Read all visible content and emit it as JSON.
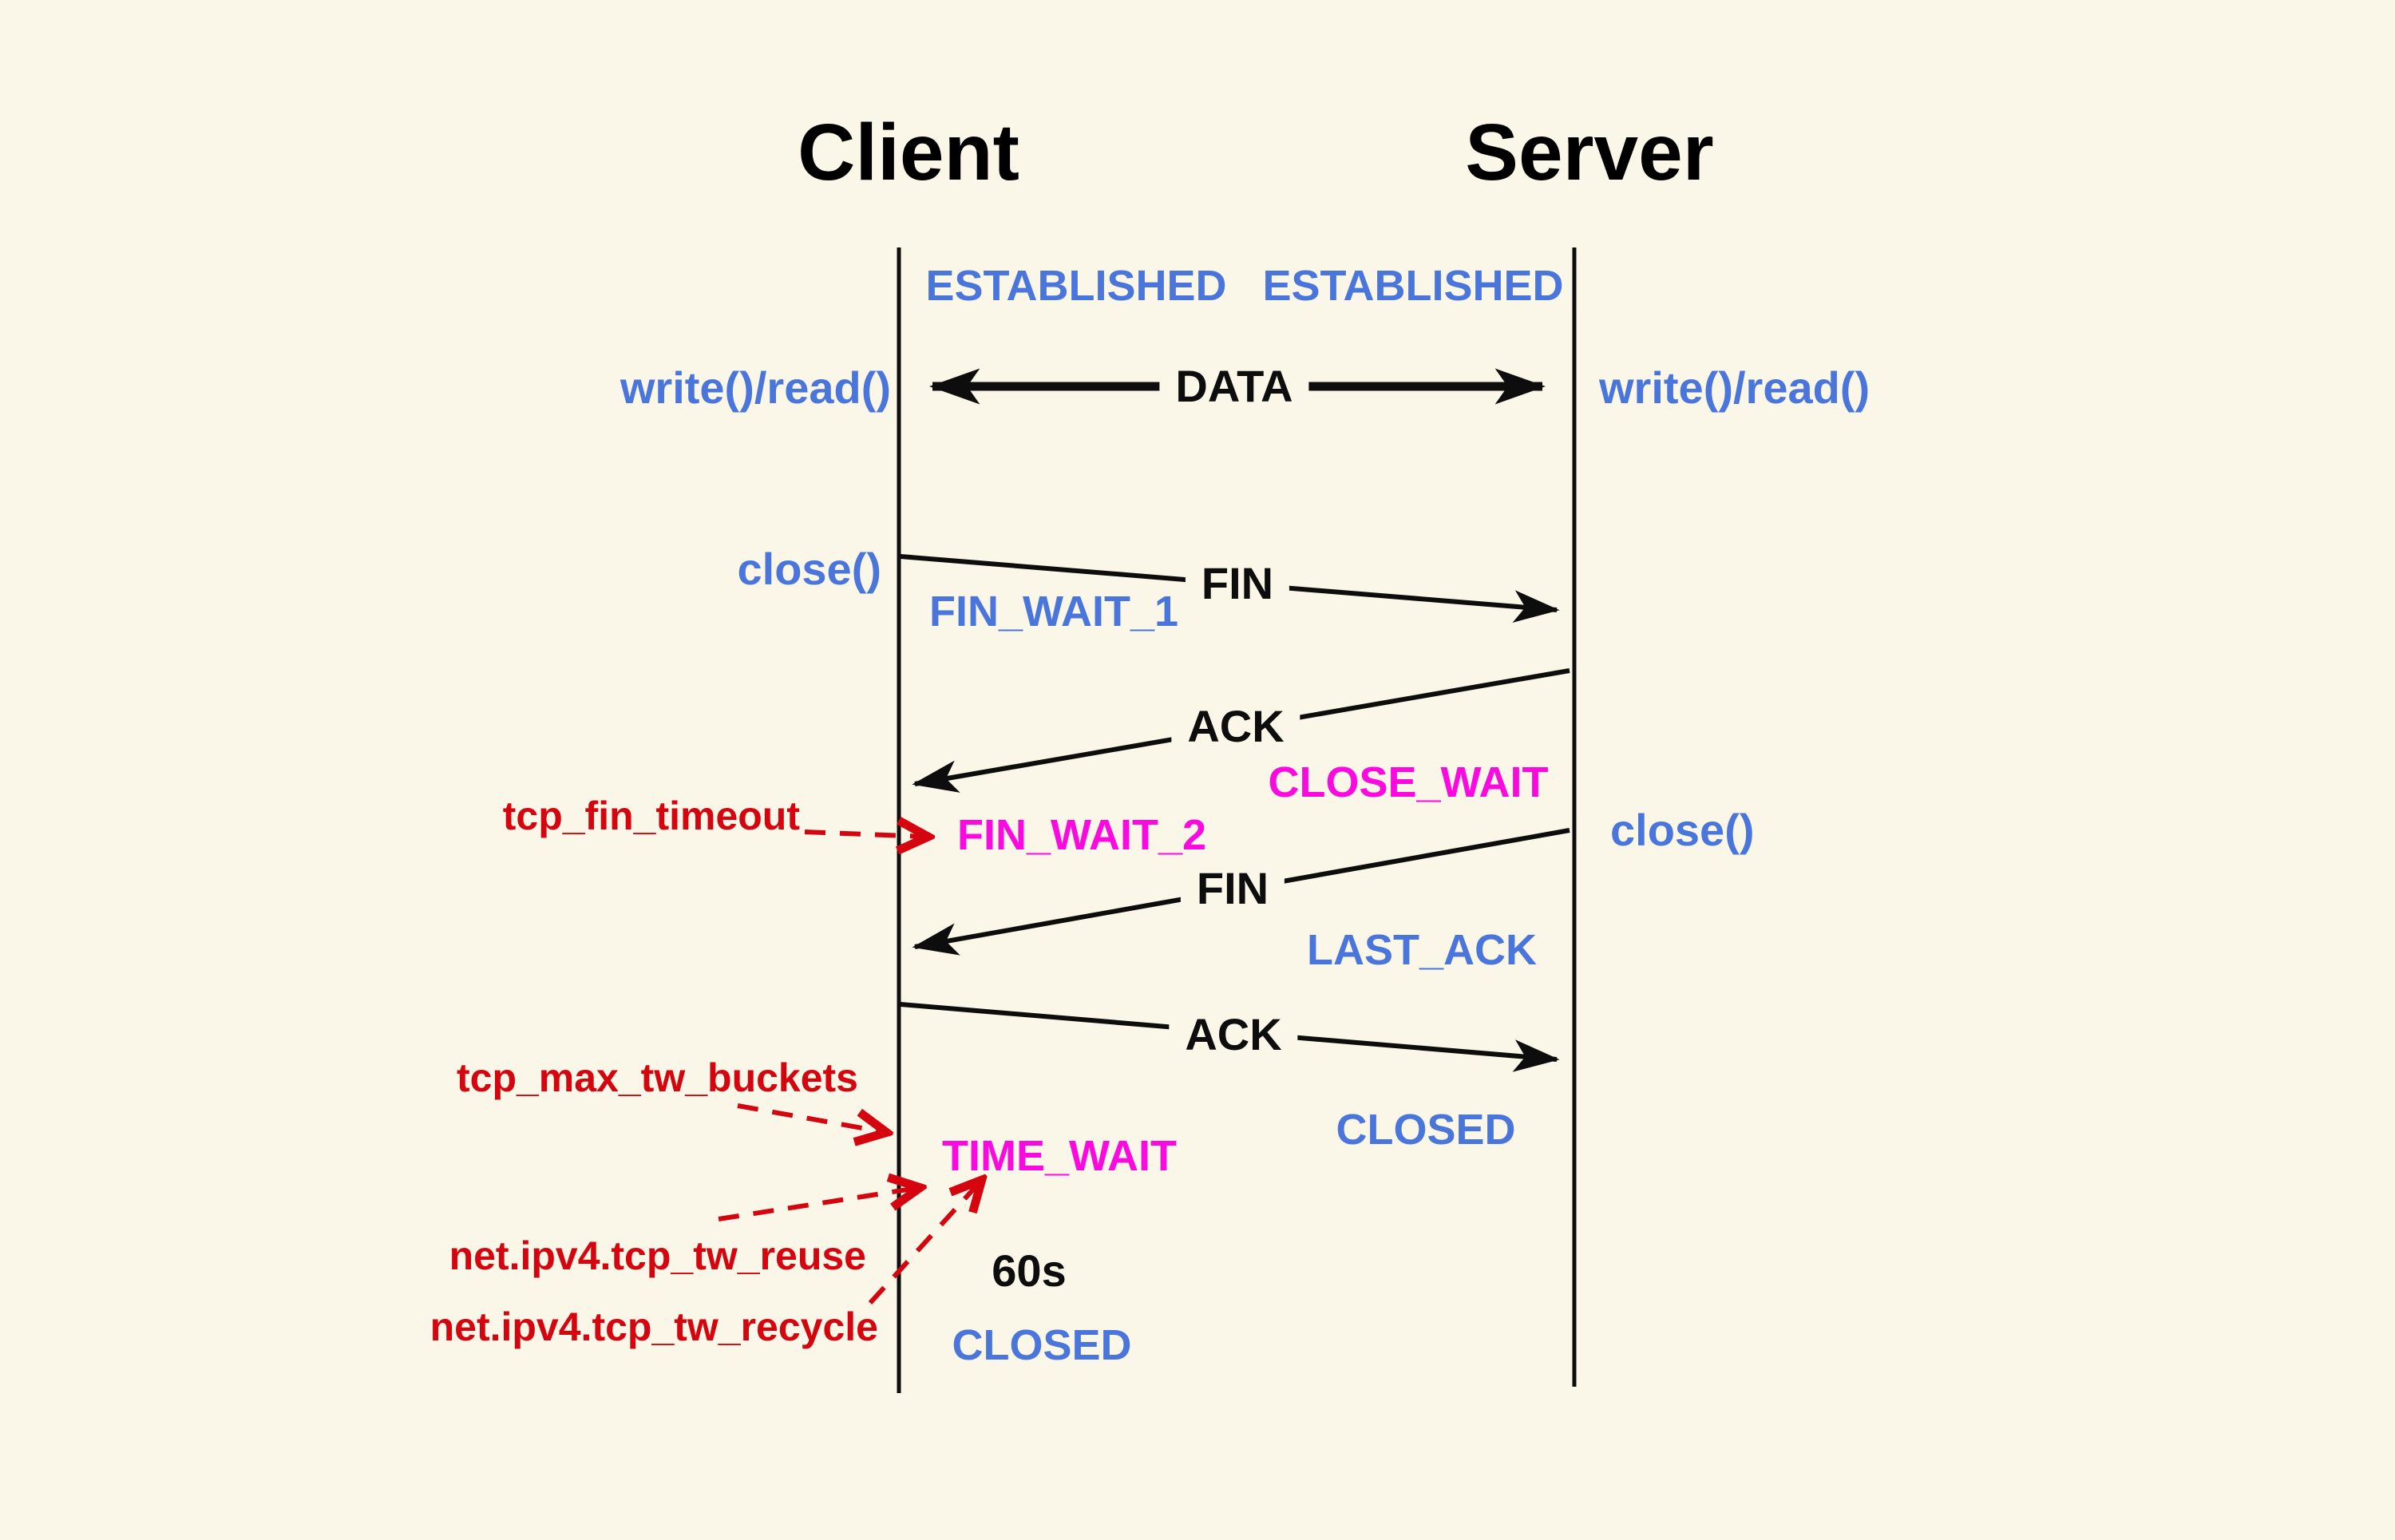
{
  "diagram": {
    "titles": {
      "client": "Client",
      "server": "Server"
    },
    "client_states": {
      "established": "ESTABLISHED",
      "fin_wait_1": "FIN_WAIT_1",
      "fin_wait_2": "FIN_WAIT_2",
      "time_wait": "TIME_WAIT",
      "closed": "CLOSED"
    },
    "server_states": {
      "established": "ESTABLISHED",
      "close_wait": "CLOSE_WAIT",
      "last_ack": "LAST_ACK",
      "closed": "CLOSED"
    },
    "messages": {
      "data": "DATA",
      "fin_1": "FIN",
      "ack_1": "ACK",
      "fin_2": "FIN",
      "ack_2": "ACK"
    },
    "api_calls": {
      "client_write_read": "write()/read()",
      "server_write_read": "write()/read()",
      "client_close": "close()",
      "server_close": "close()"
    },
    "kernel_params": {
      "tcp_fin_timeout": "tcp_fin_timeout",
      "tcp_max_tw_buckets": "tcp_max_tw_buckets",
      "tcp_tw_reuse": "net.ipv4.tcp_tw_reuse",
      "tcp_tw_recycle": "net.ipv4.tcp_tw_recycle"
    },
    "annotations": {
      "time_wait_duration": "60s"
    },
    "colors": {
      "background": "#faf7e8",
      "line_black": "#0d0d0d",
      "state_blue": "#4a76dc",
      "state_magenta": "#fa0ade",
      "param_red": "#d5050f"
    }
  }
}
